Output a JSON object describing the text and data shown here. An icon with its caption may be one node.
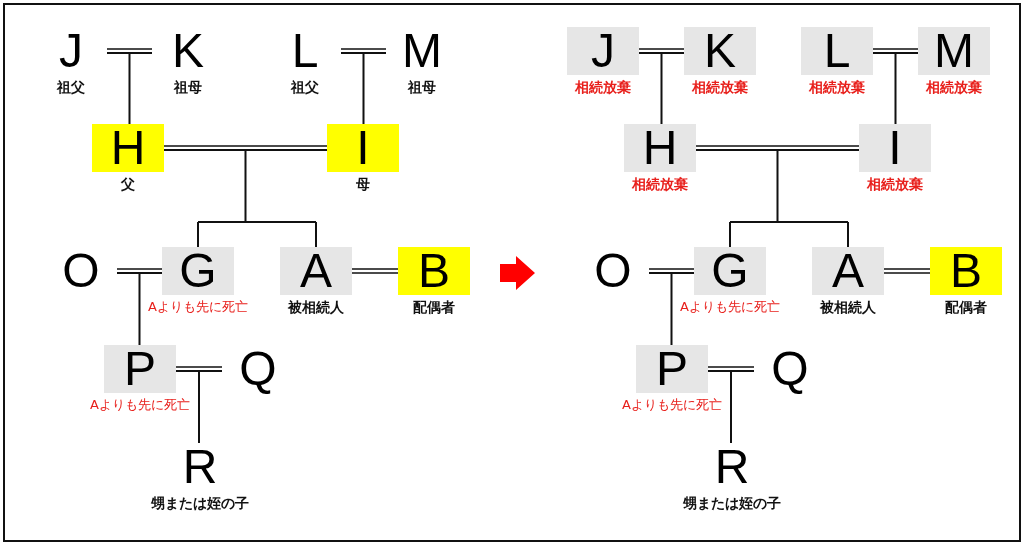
{
  "diagram": {
    "nodes": [
      {
        "text": [
          "J"
        ],
        "beside": [
          "祖父"
        ]
      },
      {
        "text": [
          "K"
        ],
        "beside": [
          "祖母"
        ]
      },
      {
        "text": [
          "L"
        ],
        "beside": [
          "祖父"
        ]
      },
      {
        "text": [
          "M"
        ],
        "beside": [
          "祖母"
        ]
      },
      {
        "text": [
          "H"
        ],
        "beside": [
          "父"
        ]
      },
      {
        "text": [
          "I"
        ],
        "beside": [
          "母"
        ]
      },
      {
        "text": [
          "O"
        ]
      },
      {
        "text": [
          "G"
        ],
        "beside": [
          "Aよりも先に死亡"
        ]
      },
      {
        "text": [
          "A"
        ],
        "beside": [
          "被相続人"
        ]
      },
      {
        "text": [
          "B"
        ],
        "beside": [
          "配偶者"
        ]
      },
      {
        "text": [
          "P"
        ],
        "beside": [
          "Aよりも先に死亡"
        ]
      },
      {
        "text": [
          "Q"
        ]
      },
      {
        "text": [
          "R"
        ],
        "beside": [
          "甥または姪の子"
        ]
      },
      {
        "text": [
          "J"
        ],
        "beside": [
          "相続放棄"
        ]
      },
      {
        "text": [
          "K"
        ],
        "beside": [
          "相続放棄"
        ]
      },
      {
        "text": [
          "L"
        ],
        "beside": [
          "相続放棄"
        ]
      },
      {
        "text": [
          "M"
        ],
        "beside": [
          "相続放棄"
        ]
      },
      {
        "text": [
          "H"
        ],
        "beside": [
          "相続放棄"
        ]
      },
      {
        "text": [
          "I"
        ],
        "beside": [
          "相続放棄"
        ]
      },
      {
        "text": [
          "O"
        ]
      },
      {
        "text": [
          "G"
        ],
        "beside": [
          "Aよりも先に死亡"
        ]
      },
      {
        "text": [
          "A"
        ],
        "beside": [
          "被相続人"
        ]
      },
      {
        "text": [
          "B"
        ],
        "beside": [
          "配偶者"
        ]
      },
      {
        "text": [
          "P"
        ],
        "beside": [
          "Aよりも先に死亡"
        ]
      },
      {
        "text": [
          "Q"
        ]
      },
      {
        "text": [
          "R"
        ],
        "beside": [
          "甥または姪の子"
        ]
      }
    ],
    "edges": [
      {
        "from": 0,
        "to": 1,
        "arrow": "none"
      },
      {
        "from": 2,
        "to": 3,
        "arrow": "none"
      },
      {
        "from": 0,
        "to": 4,
        "arrow": "none"
      },
      {
        "from": 1,
        "to": 4,
        "arrow": "none"
      },
      {
        "from": 2,
        "to": 5,
        "arrow": "none"
      },
      {
        "from": 3,
        "to": 5,
        "arrow": "none"
      },
      {
        "from": 4,
        "to": 5,
        "arrow": "none"
      },
      {
        "from": 4,
        "to": 7,
        "arrow": "none"
      },
      {
        "from": 5,
        "to": 7,
        "arrow": "none"
      },
      {
        "from": 4,
        "to": 8,
        "arrow": "none"
      },
      {
        "from": 5,
        "to": 8,
        "arrow": "none"
      },
      {
        "from": 6,
        "to": 7,
        "arrow": "none"
      },
      {
        "from": 8,
        "to": 9,
        "arrow": "none"
      },
      {
        "from": 6,
        "to": 10,
        "arrow": "none"
      },
      {
        "from": 7,
        "to": 10,
        "arrow": "none"
      },
      {
        "from": 10,
        "to": 11,
        "arrow": "none"
      },
      {
        "from": 10,
        "to": 12,
        "arrow": "none"
      },
      {
        "from": 11,
        "to": 12,
        "arrow": "none"
      },
      {
        "from": 13,
        "to": 14,
        "arrow": "none"
      },
      {
        "from": 15,
        "to": 16,
        "arrow": "none"
      },
      {
        "from": 13,
        "to": 17,
        "arrow": "none"
      },
      {
        "from": 14,
        "to": 17,
        "arrow": "none"
      },
      {
        "from": 15,
        "to": 18,
        "arrow": "none"
      },
      {
        "from": 16,
        "to": 18,
        "arrow": "none"
      },
      {
        "from": 17,
        "to": 18,
        "arrow": "none"
      },
      {
        "from": 17,
        "to": 20,
        "arrow": "none"
      },
      {
        "from": 18,
        "to": 20,
        "arrow": "none"
      },
      {
        "from": 17,
        "to": 21,
        "arrow": "none"
      },
      {
        "from": 18,
        "to": 21,
        "arrow": "none"
      },
      {
        "from": 19,
        "to": 20,
        "arrow": "none"
      },
      {
        "from": 21,
        "to": 22,
        "arrow": "none"
      },
      {
        "from": 19,
        "to": 23,
        "arrow": "none"
      },
      {
        "from": 20,
        "to": 23,
        "arrow": "none"
      },
      {
        "from": 23,
        "to": 24,
        "arrow": "none"
      },
      {
        "from": 23,
        "to": 25,
        "arrow": "none"
      },
      {
        "from": 24,
        "to": 25,
        "arrow": "none"
      }
    ]
  }
}
